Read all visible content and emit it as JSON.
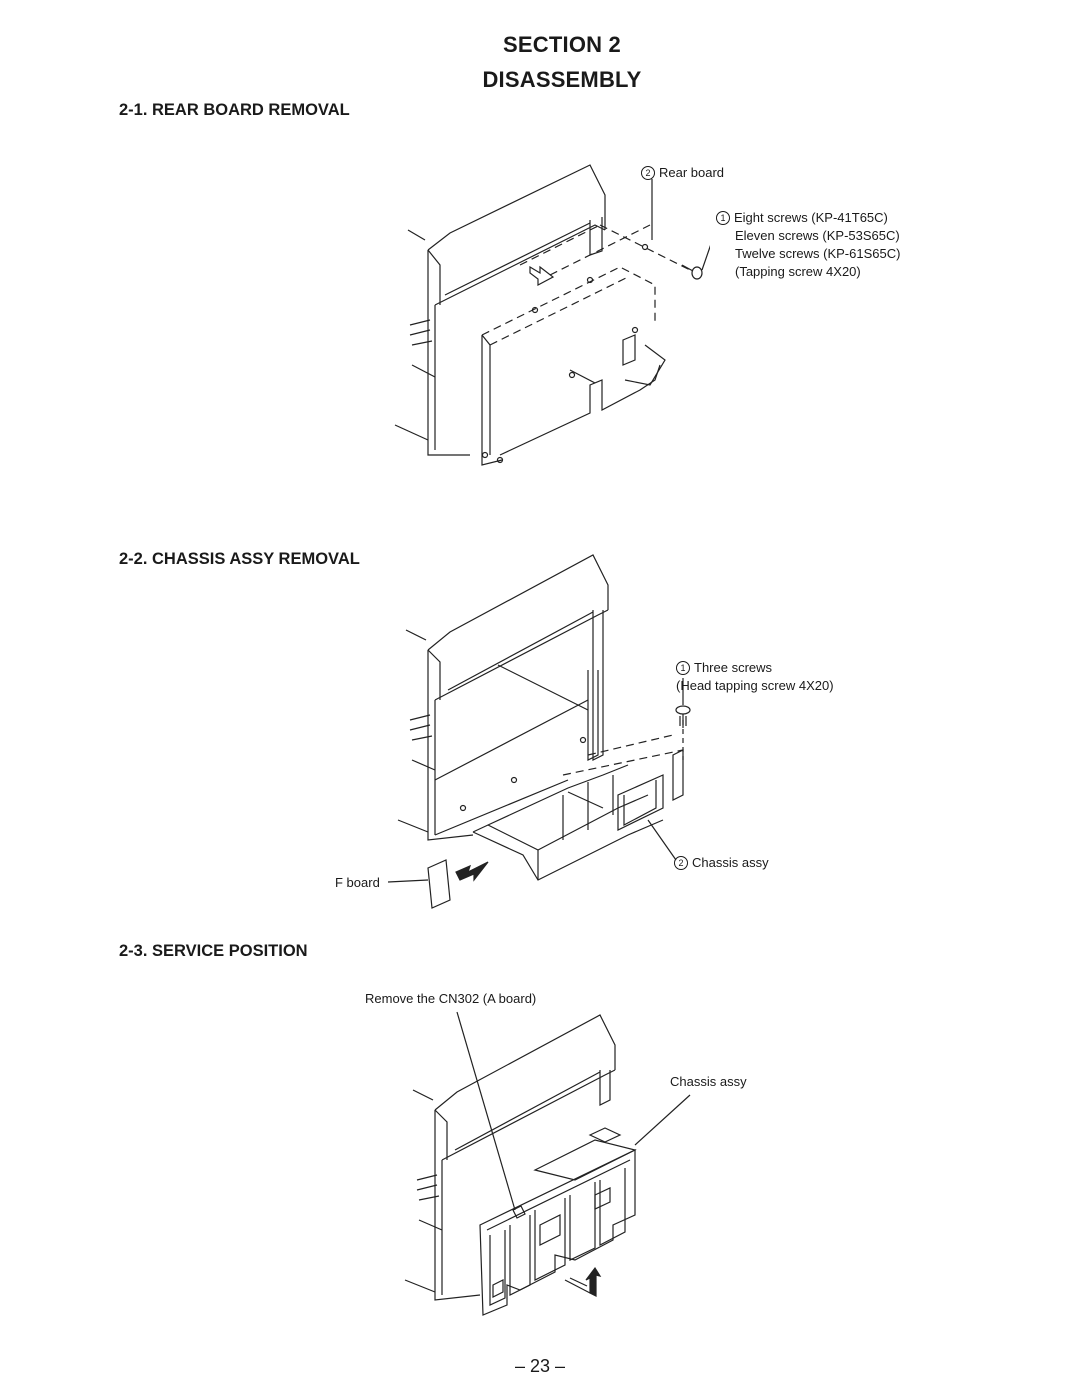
{
  "header": {
    "section": "SECTION 2",
    "title": "DISASSEMBLY"
  },
  "sections": [
    {
      "heading": "2-1.  REAR BOARD REMOVAL",
      "labels": {
        "rear_board_num": "2",
        "rear_board": "Rear board",
        "screws_num": "1",
        "screws_line1": "Eight screws (KP-41T65C)",
        "screws_line2": "Eleven screws (KP-53S65C)",
        "screws_line3": "Twelve screws (KP-61S65C)",
        "screws_line4": "(Tapping screw 4X20)"
      }
    },
    {
      "heading": "2-2.  CHASSIS ASSY REMOVAL",
      "labels": {
        "three_screws_num": "1",
        "three_screws": "Three screws",
        "head_tapping": "(Head tapping screw 4X20)",
        "chassis_num": "2",
        "chassis_assy": "Chassis assy",
        "f_board": "F board"
      }
    },
    {
      "heading": "2-3.  SERVICE POSITION",
      "labels": {
        "remove_cn302": "Remove the CN302 (A board)",
        "chassis_assy": "Chassis assy"
      }
    }
  ],
  "footer": {
    "page_number": "– 23 –"
  }
}
